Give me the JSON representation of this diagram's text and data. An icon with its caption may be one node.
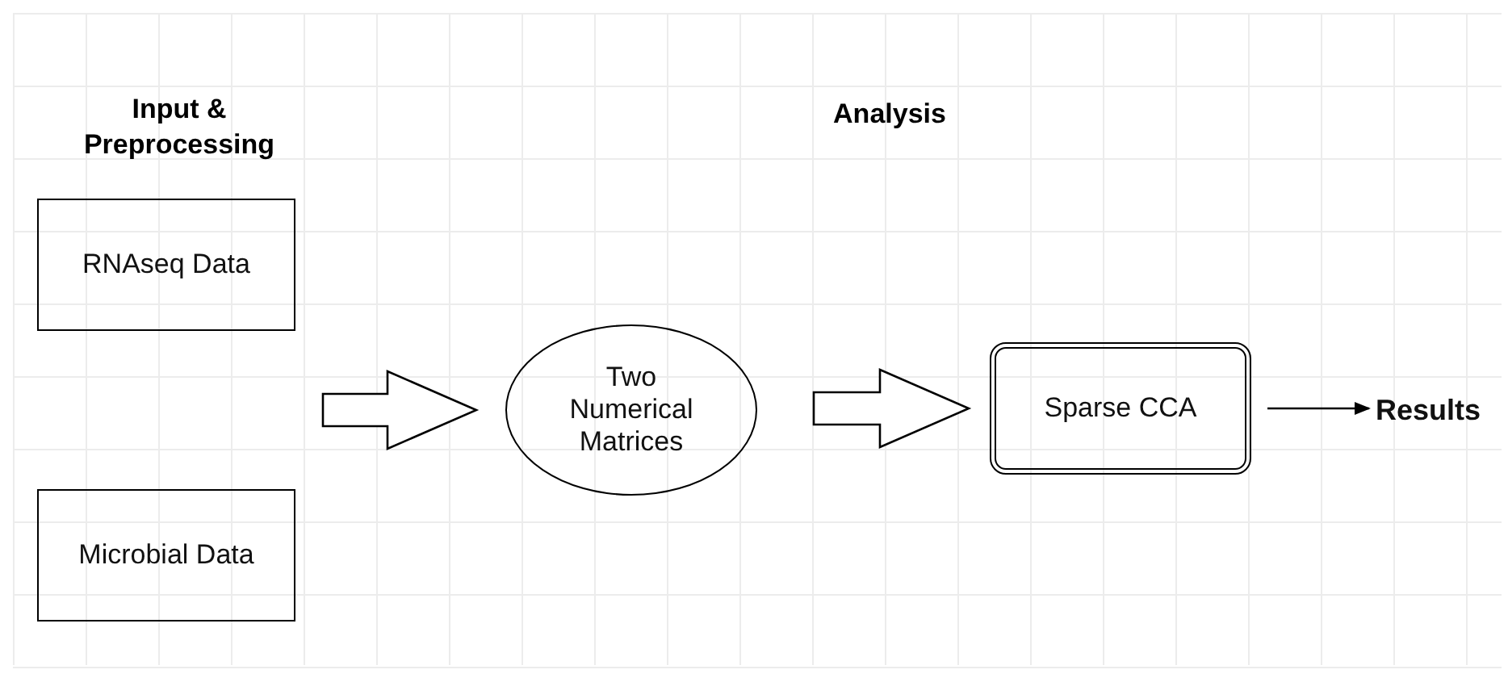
{
  "diagram": {
    "nodes": [
      {
        "text": [
          "RNAseq Data"
        ]
      },
      {
        "text": [
          "Microbial Data"
        ]
      },
      {
        "text": [
          "Two Numerical Matrices"
        ]
      },
      {
        "text": [
          "Sparse CCA"
        ]
      },
      {
        "text": [
          "Results"
        ]
      }
    ],
    "edges": [
      {
        "from": 0,
        "to": 2,
        "arrow": "to",
        "style": "thick"
      },
      {
        "from": 1,
        "to": 2,
        "arrow": "to",
        "style": "thick"
      },
      {
        "from": 2,
        "to": 3,
        "arrow": "to",
        "style": "thick"
      },
      {
        "from": 3,
        "to": 4,
        "arrow": "to"
      }
    ],
    "labels": [
      "Input & Preprocessing",
      "Analysis"
    ]
  }
}
